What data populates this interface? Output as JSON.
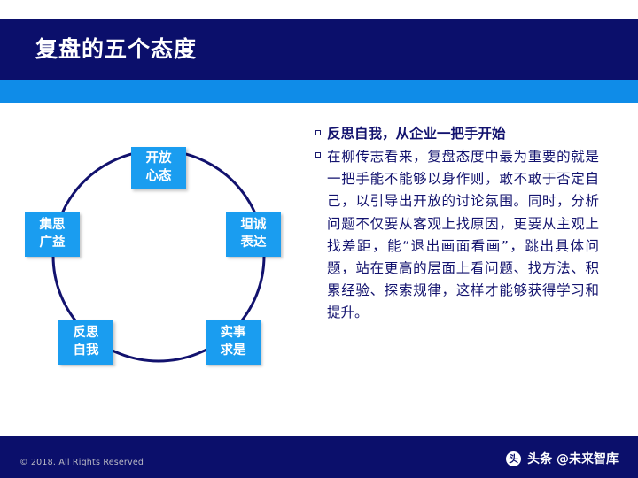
{
  "slide": {
    "title": "复盘的五个态度"
  },
  "diagram": {
    "name": "five-attitudes-cycle",
    "ring_color": "#12126e",
    "node_color": "#1a9df0",
    "nodes": [
      {
        "id": "open-mind",
        "line1": "开放",
        "line2": "心态"
      },
      {
        "id": "honest-expression",
        "line1": "坦诚",
        "line2": "表达"
      },
      {
        "id": "seek-truth",
        "line1": "实事",
        "line2": "求是"
      },
      {
        "id": "self-reflection",
        "line1": "反思",
        "line2": "自我"
      },
      {
        "id": "collective-wisdom",
        "line1": "集思",
        "line2": "广益"
      }
    ]
  },
  "content": {
    "bullets": [
      {
        "id": "heading",
        "text": "反思自我，从企业一把手开始",
        "strong": true
      },
      {
        "id": "body",
        "text": "在柳传志看来，复盘态度中最为重要的就是一把手能不能够以身作则，敢不敢于否定自己，以引导出开放的讨论氛围。同时，分析问题不仅要从客观上找原因，更要从主观上找差距，能“退出画面看画”，跳出具体问题，站在更高的层面上看问题、找方法、积累经验、探索规律，这样才能够获得学习和提升。",
        "strong": false
      }
    ]
  },
  "footer": {
    "copyright": "© 2018. All Rights Reserved",
    "watermark_icon": "头",
    "watermark_text": "头条 @未来智库"
  },
  "colors": {
    "header_navy": "#0b0f6b",
    "header_blue": "#0f8ce8",
    "node_blue": "#1a9df0",
    "text_navy": "#12126e"
  }
}
